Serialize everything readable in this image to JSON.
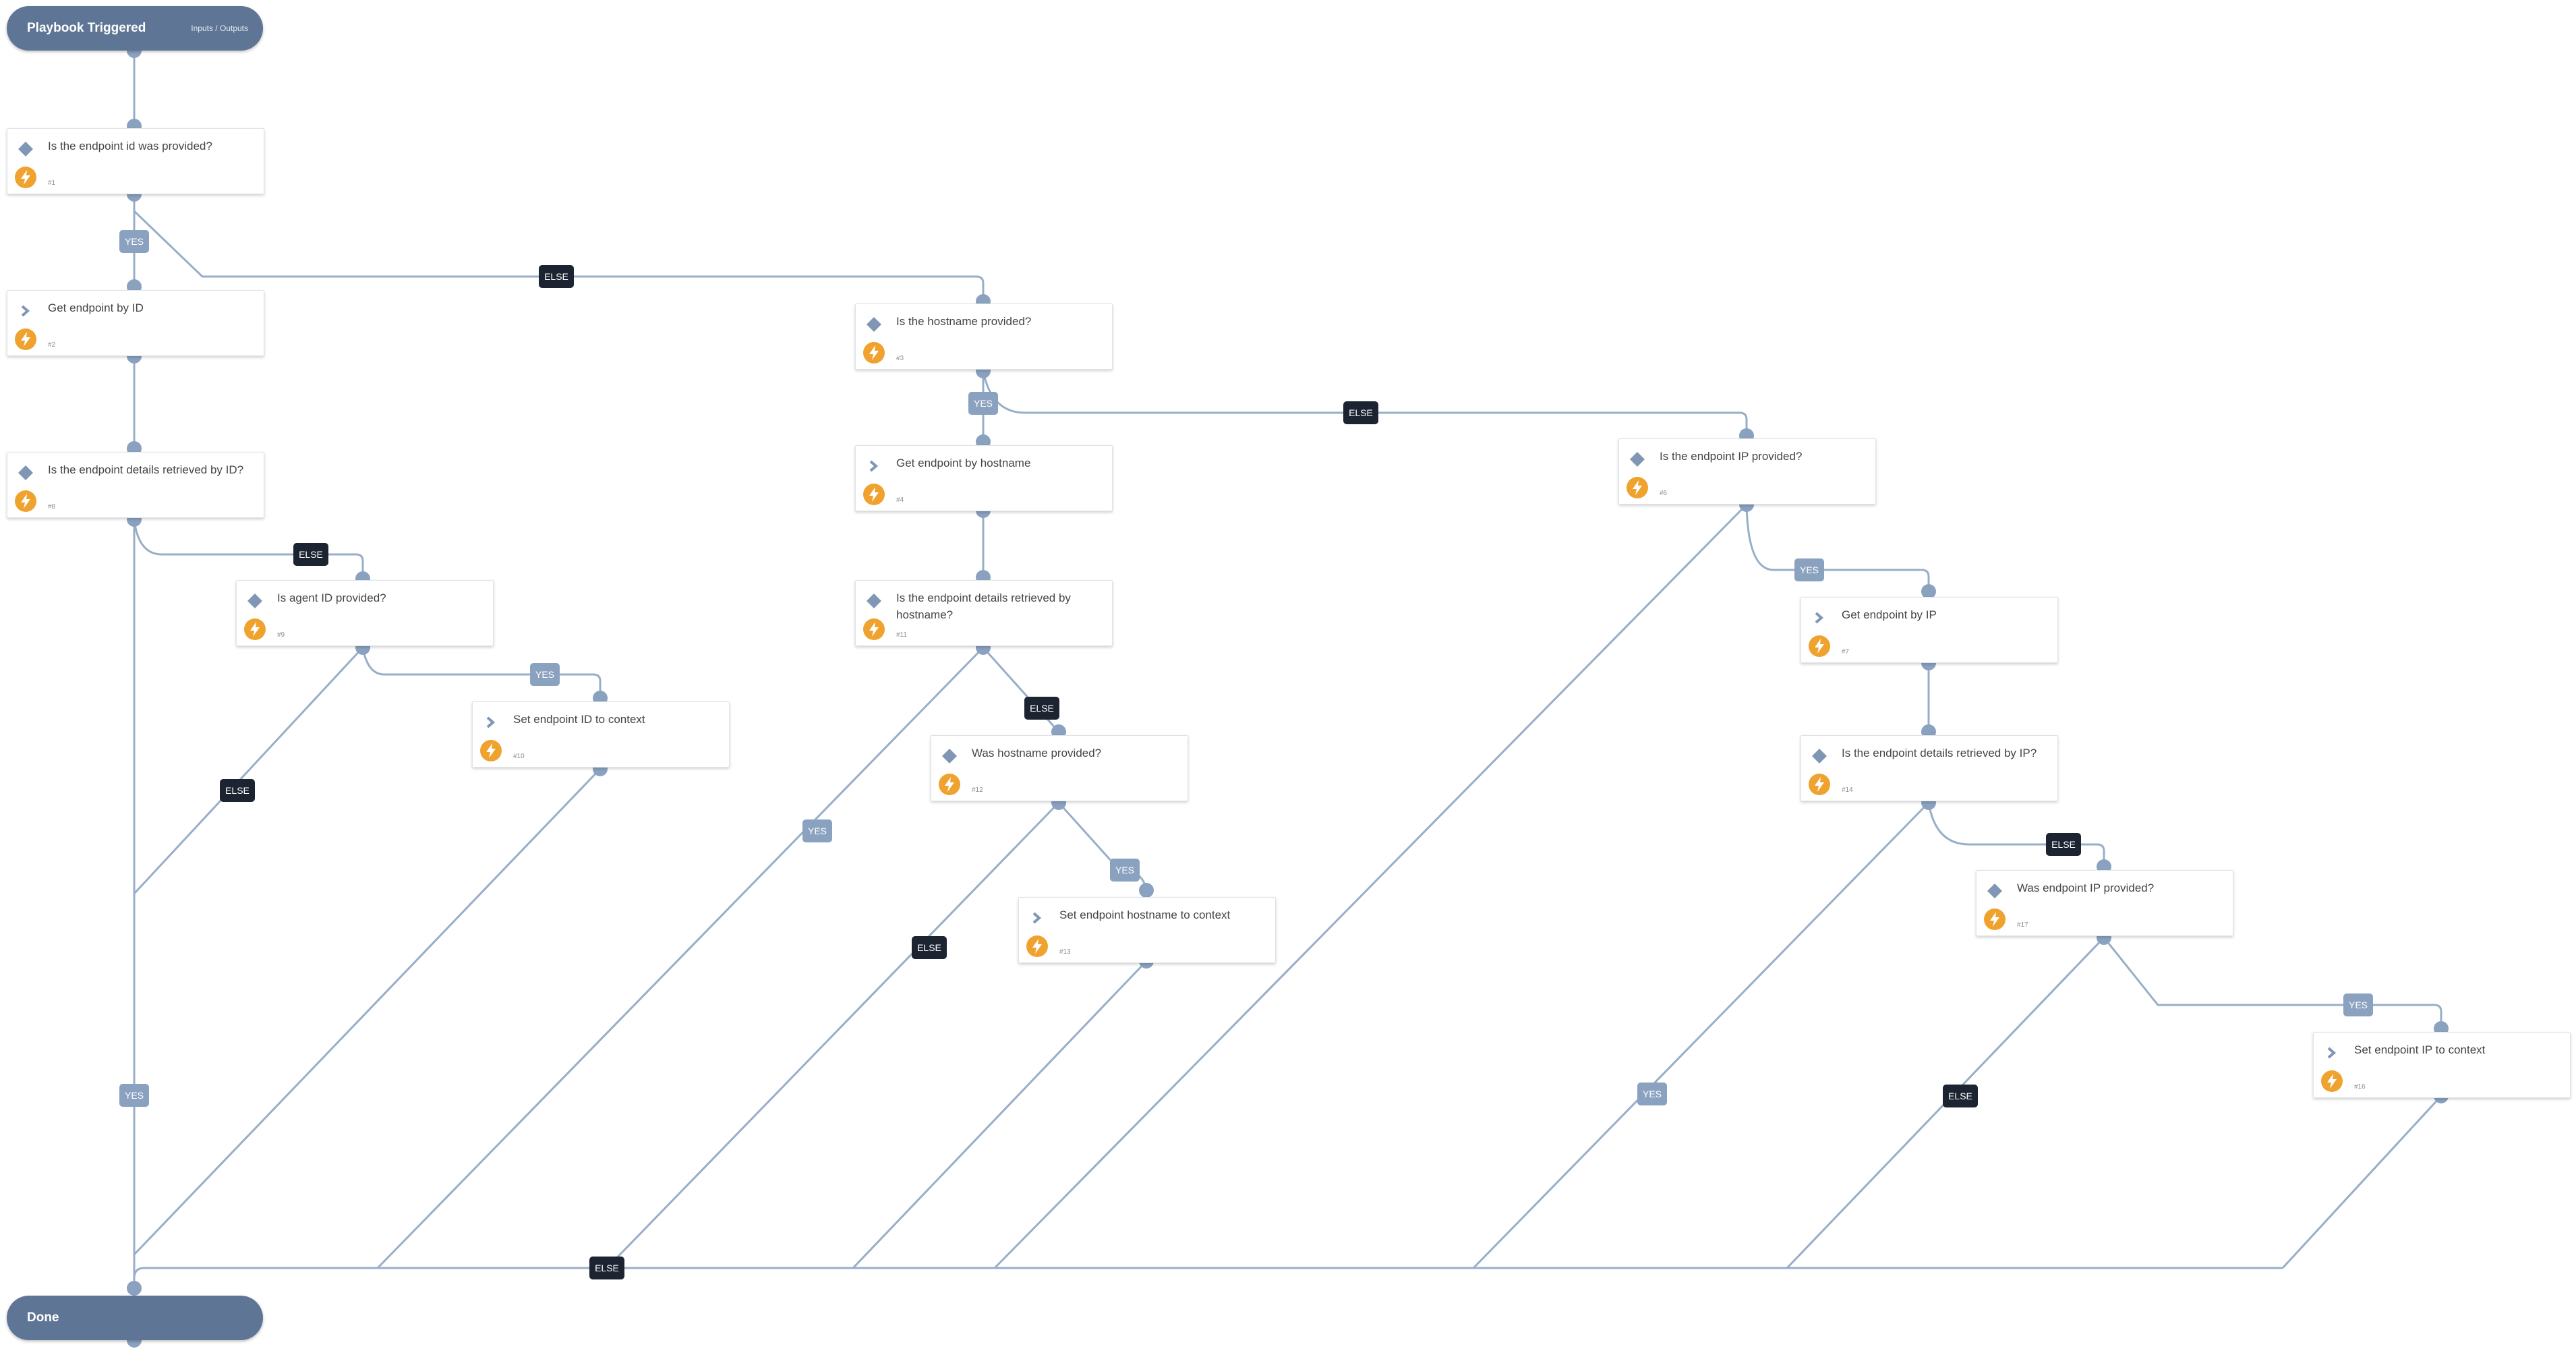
{
  "trigger": {
    "title": "Playbook Triggered",
    "io_link": "Inputs / Outputs"
  },
  "end": {
    "title": "Done"
  },
  "tasks": [
    {
      "key": "t1",
      "type": "condition",
      "title": "Is the endpoint id was provided?",
      "num": "#1"
    },
    {
      "key": "t2",
      "type": "action",
      "title": "Get endpoint by ID",
      "num": "#2"
    },
    {
      "key": "t8",
      "type": "condition",
      "title": "Is the endpoint details retrieved by ID?",
      "num": "#8"
    },
    {
      "key": "t9",
      "type": "condition",
      "title": "Is agent ID provided?",
      "num": "#9"
    },
    {
      "key": "t10",
      "type": "action",
      "title": "Set endpoint ID to context",
      "num": "#10"
    },
    {
      "key": "t3",
      "type": "condition",
      "title": "Is the hostname provided?",
      "num": "#3"
    },
    {
      "key": "t4",
      "type": "action",
      "title": "Get endpoint by hostname",
      "num": "#4"
    },
    {
      "key": "t11",
      "type": "condition",
      "title": "Is the endpoint details retrieved by hostname?",
      "num": "#11"
    },
    {
      "key": "t12",
      "type": "condition",
      "title": "Was hostname provided?",
      "num": "#12"
    },
    {
      "key": "t13",
      "type": "action",
      "title": "Set endpoint hostname to context",
      "num": "#13"
    },
    {
      "key": "t6",
      "type": "condition",
      "title": "Is the endpoint IP provided?",
      "num": "#6"
    },
    {
      "key": "t7",
      "type": "action",
      "title": "Get endpoint by IP",
      "num": "#7"
    },
    {
      "key": "t14",
      "type": "condition",
      "title": "Is the endpoint details retrieved by IP?",
      "num": "#14"
    },
    {
      "key": "t17",
      "type": "condition",
      "title": "Was endpoint IP provided?",
      "num": "#17"
    },
    {
      "key": "t16",
      "type": "action",
      "title": "Set endpoint IP to context",
      "num": "#16"
    }
  ],
  "labels": [
    "YES",
    "ELSE",
    "ELSE",
    "YES",
    "ELSE",
    "YES",
    "YES",
    "ELSE",
    "ELSE",
    "YES",
    "ELSE",
    "YES",
    "YES",
    "YES",
    "ELSE",
    "YES",
    "ELSE"
  ],
  "colors": {
    "connector": "#98aec8",
    "port": "#8aa2c0",
    "else_label": "#1c2331",
    "yes_label": "#8aa2c0",
    "pill": "#5f7596",
    "task_icon": "#efa22d"
  }
}
